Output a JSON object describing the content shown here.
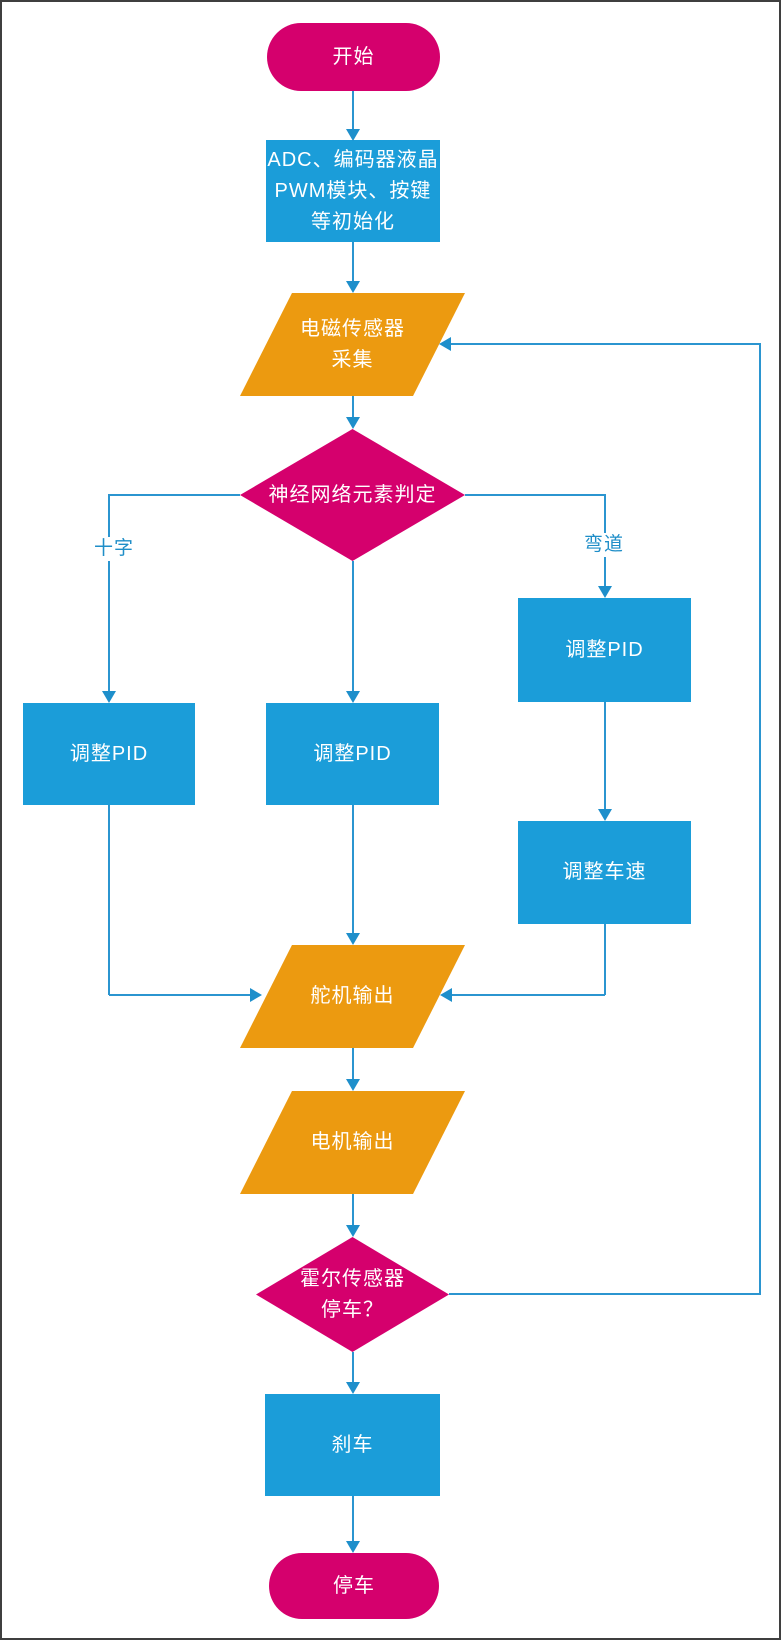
{
  "diagram_type": "flowchart",
  "colors": {
    "terminator_fill": "#d5006d",
    "decision_fill": "#d5006d",
    "process_fill": "#1b9dd9",
    "io_fill": "#ec9a10",
    "connector": "#2b95d0",
    "edge_label_text": "#1f8ec8",
    "node_text": "#ffffff",
    "page_border": "#3f3f3f"
  },
  "nodes": {
    "start": {
      "type": "terminator",
      "label": "开始"
    },
    "init": {
      "type": "process",
      "lines": [
        "ADC、编码器液晶",
        "PWM模块、按键",
        "等初始化"
      ]
    },
    "emag_sensor": {
      "type": "input-output",
      "lines": [
        "电磁传感器",
        "采集"
      ]
    },
    "nn_judge": {
      "type": "decision",
      "label": "神经网络元素判定"
    },
    "pid_left": {
      "type": "process",
      "label": "调整PID"
    },
    "pid_mid": {
      "type": "process",
      "label": "调整PID"
    },
    "pid_right": {
      "type": "process",
      "label": "调整PID"
    },
    "speed": {
      "type": "process",
      "label": "调整车速"
    },
    "servo_out": {
      "type": "input-output",
      "label": "舵机输出"
    },
    "motor_out": {
      "type": "input-output",
      "label": "电机输出"
    },
    "hall": {
      "type": "decision",
      "lines": [
        "霍尔传感器",
        "停车？"
      ]
    },
    "brake": {
      "type": "process",
      "label": "刹车"
    },
    "stop": {
      "type": "terminator",
      "label": "停车"
    }
  },
  "edge_labels": {
    "cross": "十字",
    "curve": "弯道"
  }
}
